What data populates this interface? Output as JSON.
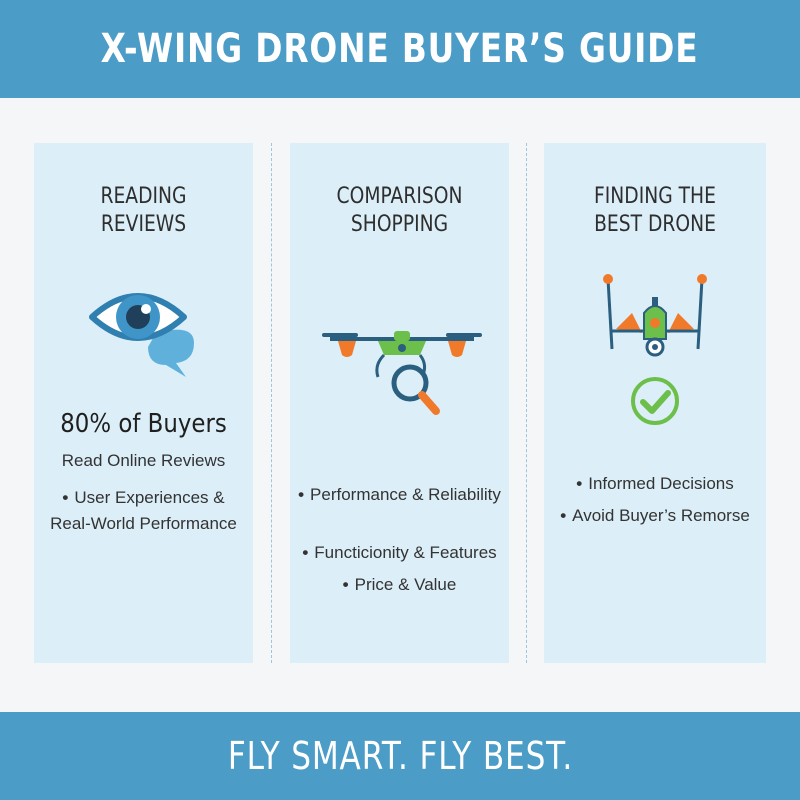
{
  "header": {
    "title": "X-WING DRONE BUYER’S GUIDE"
  },
  "footer": {
    "tagline": "FLY SMART. FLY BEST."
  },
  "panels": [
    {
      "title_line1": "READING",
      "title_line2": "REVIEWS",
      "icon": "eye-speech-bubble-icon",
      "stat": "80% of Buyers",
      "stat_sub": "Read Online Reviews",
      "bullets": [
        "User Experiences &",
        "Real-World Performance"
      ]
    },
    {
      "title_line1": "COMPARISON",
      "title_line2": "SHOPPING",
      "icon": "drone-magnifier-icon",
      "bullets": [
        "Performance & Reliability",
        "Functicionity & Features",
        "Price & Value"
      ]
    },
    {
      "title_line1": "FINDING THE",
      "title_line2": "BEST DRONE",
      "icon": "xwing-drone-check-icon",
      "bullets": [
        "Informed Decisions",
        "Avoid Buyer’s Remorse"
      ]
    }
  ],
  "colors": {
    "header_bg": "#4b9cc6",
    "panel_bg": "#dceef7",
    "accent_orange": "#f07a2a",
    "accent_green": "#6cbf4a",
    "icon_blue": "#2f7fb0",
    "icon_dark": "#2b5f80"
  }
}
